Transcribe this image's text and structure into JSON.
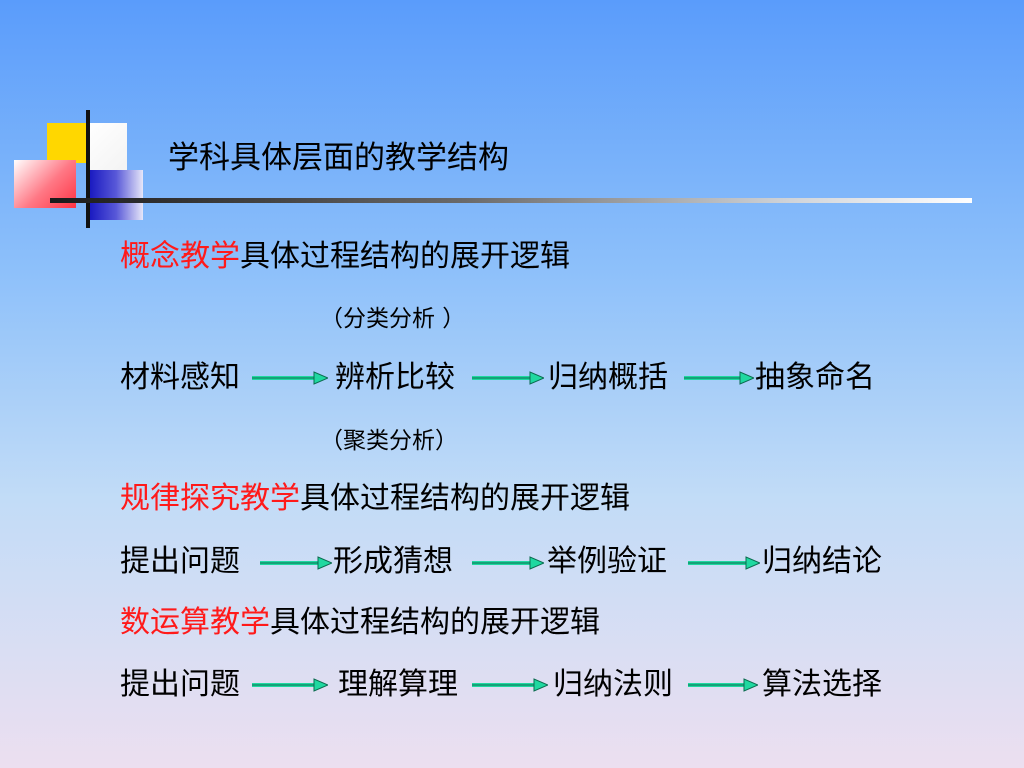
{
  "slide": {
    "title": "学科具体层面的教学结构",
    "sections": [
      {
        "heading_red": "概念教学",
        "heading_black": "具体过程结构的展开逻辑",
        "note_top": "（分类分析 ）",
        "steps": [
          "材料感知",
          "辨析比较",
          "归纳概括",
          "抽象命名"
        ],
        "note_bottom": "（聚类分析）"
      },
      {
        "heading_red": "规律探究教学",
        "heading_black": "具体过程结构的展开逻辑",
        "steps": [
          "提出问题",
          "形成猜想",
          "举例验证",
          "归纳结论"
        ]
      },
      {
        "heading_red": "数运算教学",
        "heading_black": "具体过程结构的展开逻辑",
        "steps": [
          "提出问题",
          "理解算理",
          "归纳法则",
          "算法选择"
        ]
      }
    ]
  },
  "colors": {
    "heading_red": "#ff1a1a",
    "arrow": "#1fd8a0",
    "deco_yellow": "#ffd700",
    "deco_blue": "#2424c8",
    "deco_red": "#ff5060"
  },
  "icons": [
    "flow-arrow-icon",
    "slide-corner-decoration"
  ]
}
